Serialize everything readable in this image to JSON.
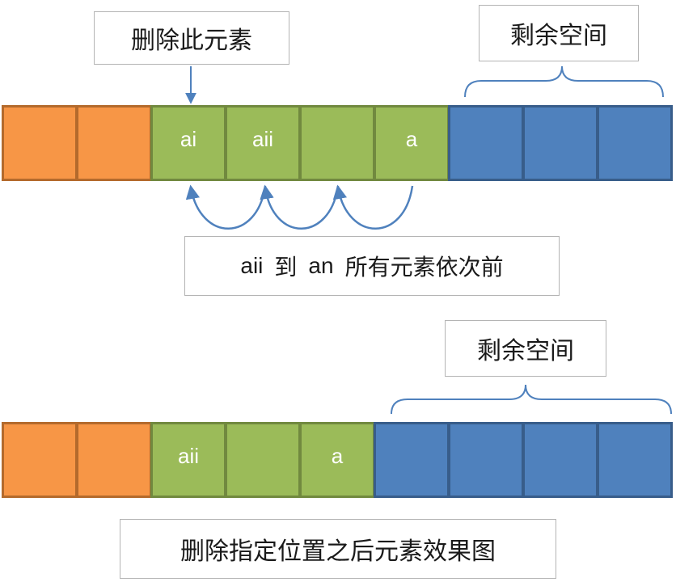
{
  "top": {
    "delete_label": "删除此元素",
    "remaining_label": "剩余空间",
    "shift_note_parts": [
      "aii",
      "到",
      "an",
      "所有元素依次前"
    ],
    "cells": [
      {
        "color": "orange",
        "text": ""
      },
      {
        "color": "orange",
        "text": ""
      },
      {
        "color": "green",
        "text": "ai"
      },
      {
        "color": "green",
        "text": "aii"
      },
      {
        "color": "green",
        "text": ""
      },
      {
        "color": "green",
        "text": "a"
      },
      {
        "color": "blue",
        "text": ""
      },
      {
        "color": "blue",
        "text": ""
      },
      {
        "color": "blue",
        "text": ""
      }
    ]
  },
  "bottom": {
    "remaining_label": "剩余空间",
    "caption": "删除指定位置之后元素效果图",
    "cells": [
      {
        "color": "orange",
        "text": ""
      },
      {
        "color": "orange",
        "text": ""
      },
      {
        "color": "green",
        "text": "aii"
      },
      {
        "color": "green",
        "text": ""
      },
      {
        "color": "green",
        "text": "a"
      },
      {
        "color": "blue",
        "text": ""
      },
      {
        "color": "blue",
        "text": ""
      },
      {
        "color": "blue",
        "text": ""
      },
      {
        "color": "blue",
        "text": ""
      }
    ]
  },
  "colors": {
    "orange": "#f79646",
    "green": "#9bbb59",
    "blue": "#4f81bd",
    "arrow": "#4f81bd",
    "brace": "#4f81bd"
  }
}
